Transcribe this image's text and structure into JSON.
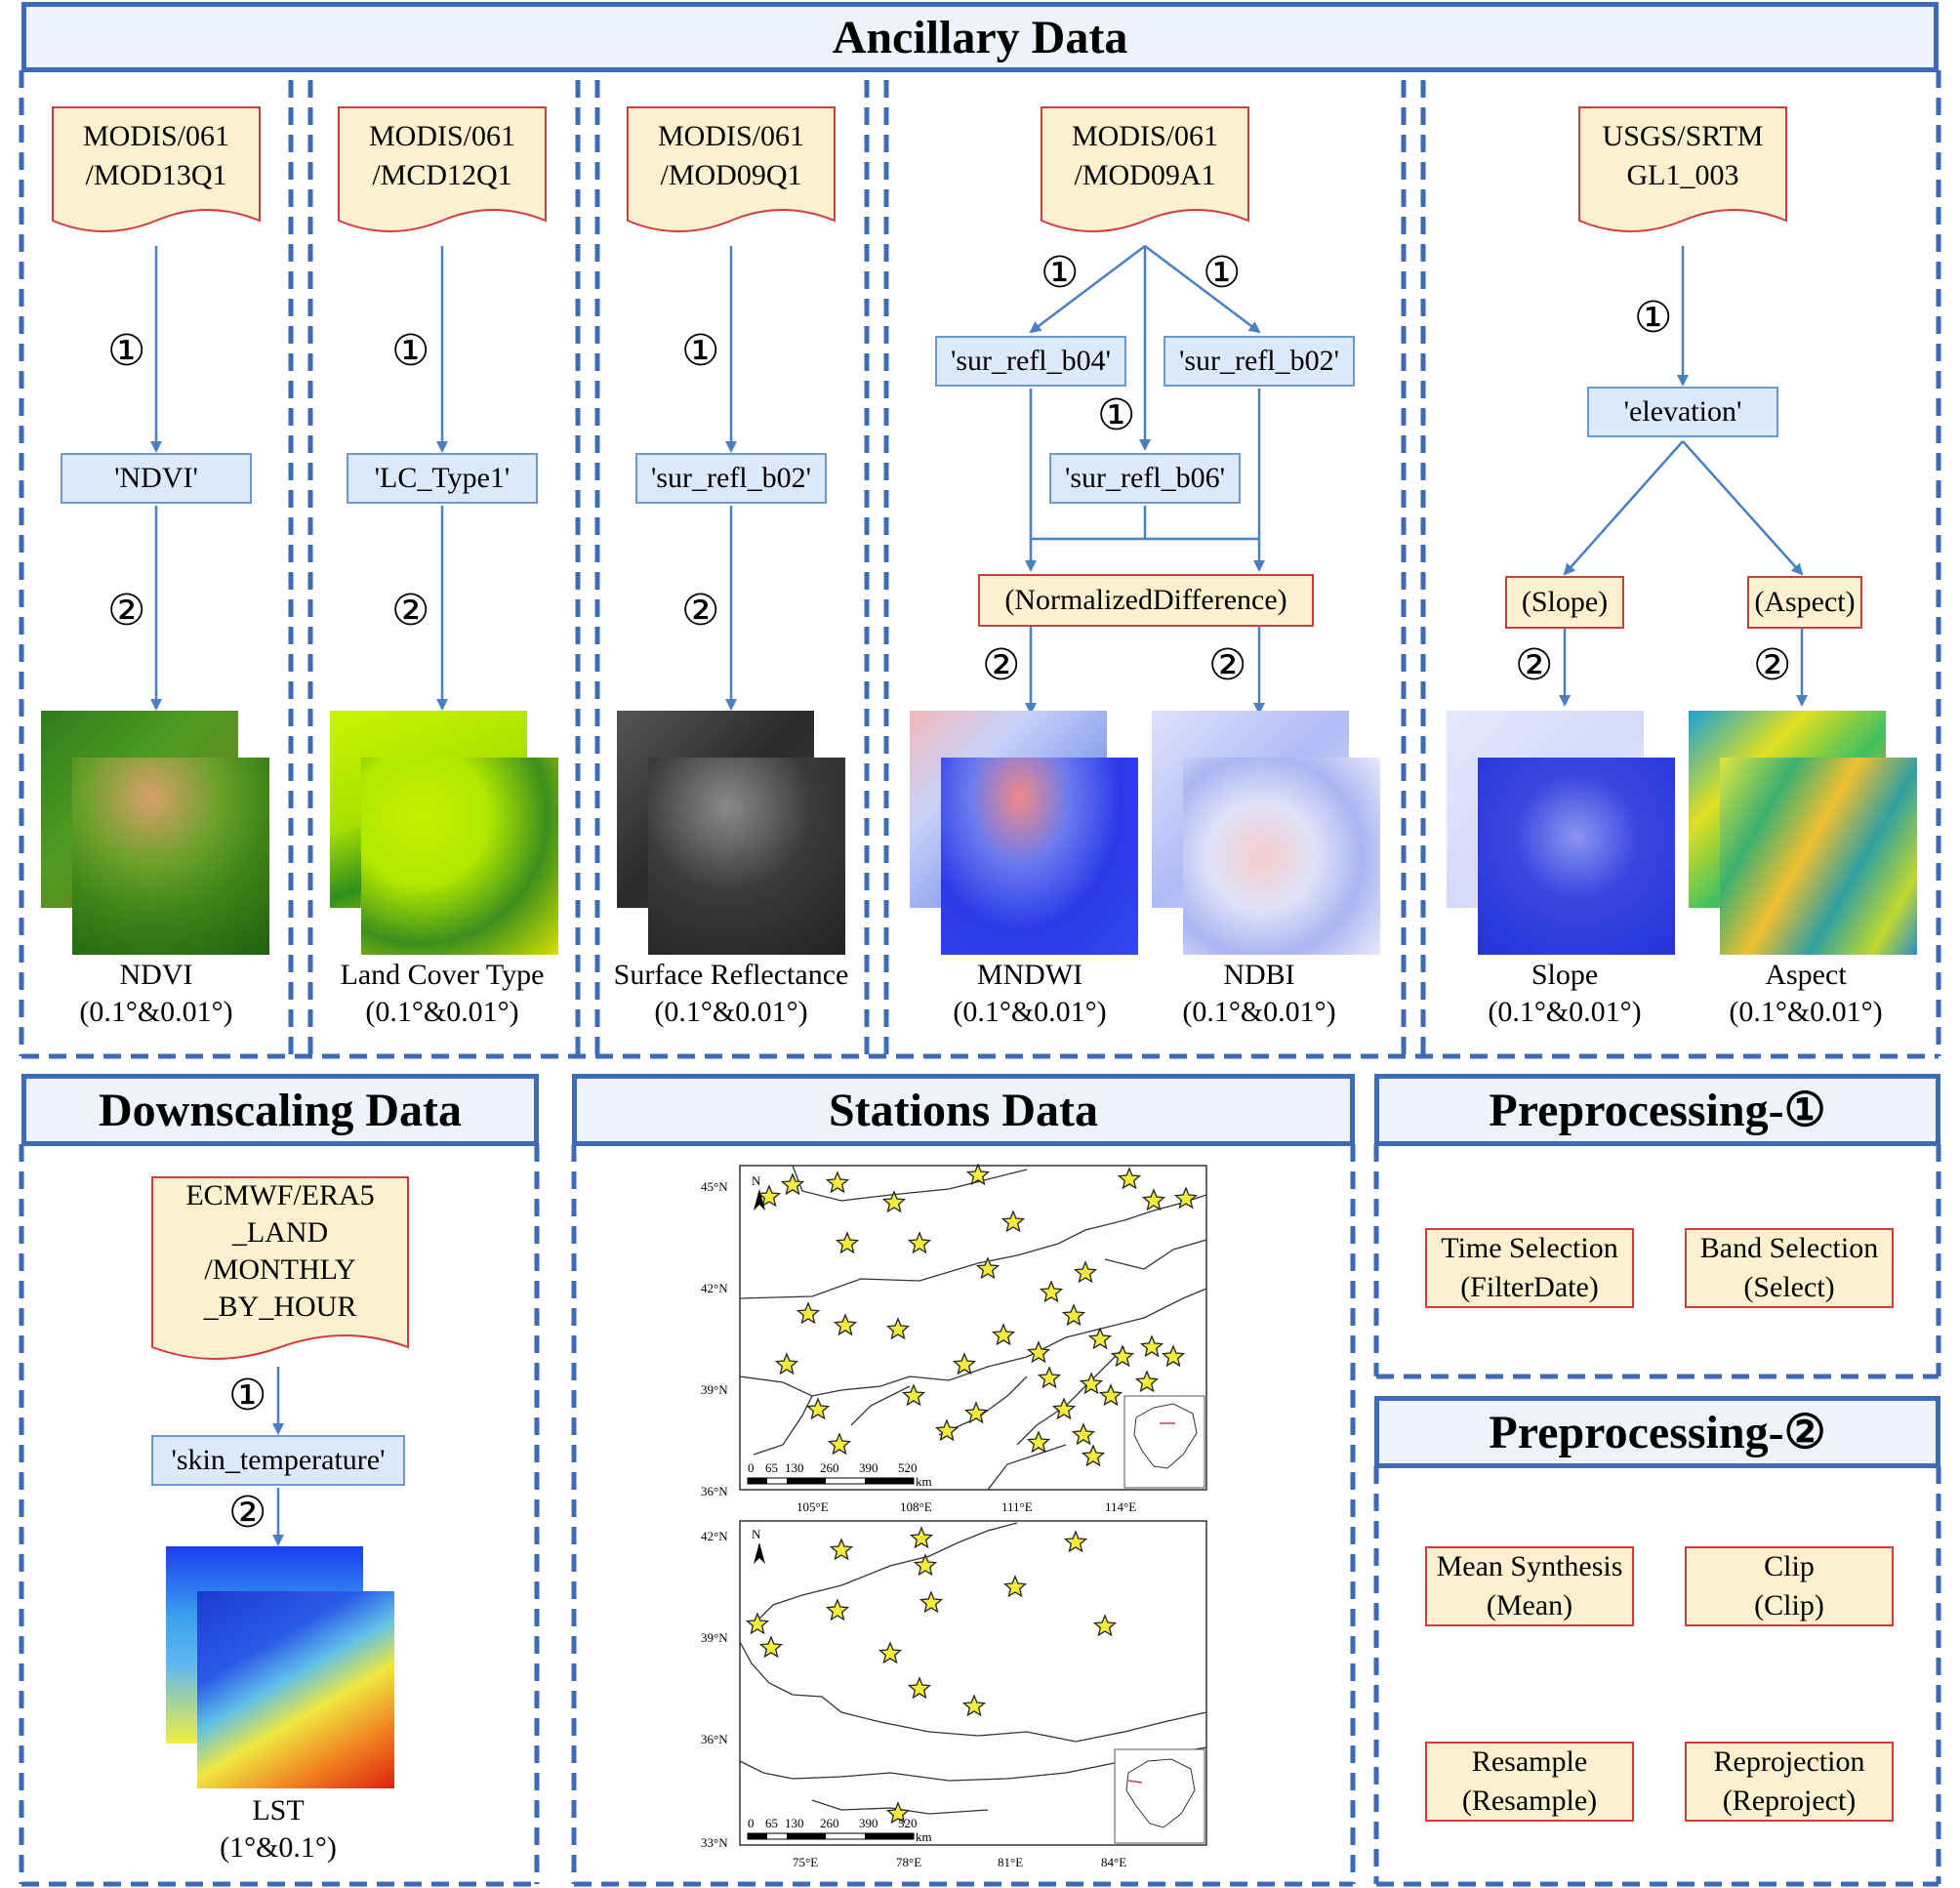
{
  "ancillary": {
    "title": "Ancillary Data",
    "sources": [
      {
        "line1": "MODIS/061",
        "line2": "/MOD13Q1"
      },
      {
        "line1": "MODIS/061",
        "line2": "/MCD12Q1"
      },
      {
        "line1": "MODIS/061",
        "line2": "/MOD09Q1"
      },
      {
        "line1": "MODIS/061",
        "line2": "/MOD09A1"
      },
      {
        "line1": "USGS/SRTM",
        "line2": "GL1_003"
      }
    ],
    "bands": {
      "ndvi": "'NDVI'",
      "lc": "'LC_Type1'",
      "sr": "'sur_refl_b02'",
      "b04": "'sur_refl_b04'",
      "b02": "'sur_refl_b02'",
      "b06": "'sur_refl_b06'",
      "elev": "'elevation'"
    },
    "ops": {
      "nd": "(NormalizedDifference)",
      "slope": "(Slope)",
      "aspect": "(Aspect)"
    },
    "outputs": [
      {
        "name": "NDVI",
        "res": "(0.1°&0.01°)"
      },
      {
        "name": "Land Cover Type",
        "res": "(0.1°&0.01°)"
      },
      {
        "name": "Surface Reflectance",
        "res": "(0.1°&0.01°)"
      },
      {
        "name": "MNDWI",
        "res": "(0.1°&0.01°)"
      },
      {
        "name": "NDBI",
        "res": "(0.1°&0.01°)"
      },
      {
        "name": "Slope",
        "res": "(0.1°&0.01°)"
      },
      {
        "name": "Aspect",
        "res": "(0.1°&0.01°)"
      }
    ]
  },
  "steps": {
    "one": "①",
    "two": "②"
  },
  "downscaling": {
    "title": "Downscaling Data",
    "source": [
      "ECMWF/ERA5",
      "_LAND",
      "/MONTHLY",
      "_BY_HOUR"
    ],
    "band": "'skin_temperature'",
    "output_name": "LST",
    "output_res": "(1°&0.1°)"
  },
  "stations": {
    "title": "Stations Data",
    "map1": {
      "lat_labels": [
        "45°N",
        "42°N",
        "39°N",
        "36°N"
      ],
      "lon_labels": [
        "105°E",
        "108°E",
        "111°E",
        "114°E"
      ],
      "scale": [
        "0",
        "65",
        "130",
        "260",
        "390",
        "520",
        "km"
      ],
      "north": "N"
    },
    "map2": {
      "lat_labels": [
        "42°N",
        "39°N",
        "36°N",
        "33°N"
      ],
      "lon_labels": [
        "75°E",
        "78°E",
        "81°E",
        "84°E"
      ],
      "scale": [
        "0",
        "65",
        "130",
        "260",
        "390",
        "520",
        "km"
      ],
      "north": "N"
    }
  },
  "pre1": {
    "title": "Preprocessing-①",
    "ops": [
      {
        "name": "Time Selection",
        "fn": "(FilterDate)"
      },
      {
        "name": "Band Selection",
        "fn": "(Select)"
      }
    ]
  },
  "pre2": {
    "title": "Preprocessing-②",
    "ops": [
      {
        "name": "Mean Synthesis",
        "fn": "(Mean)"
      },
      {
        "name": "Clip",
        "fn": "(Clip)"
      },
      {
        "name": "Resample",
        "fn": "(Resample)"
      },
      {
        "name": "Reprojection",
        "fn": "(Reproject)"
      }
    ]
  },
  "colors": {
    "frame": "#3d6bb6",
    "header_fill": "#eef2fa",
    "band_fill": "#dce9fb",
    "op_fill": "#fdf0cf",
    "op_border": "#d23c3c",
    "arrow": "#4a7fc1"
  }
}
